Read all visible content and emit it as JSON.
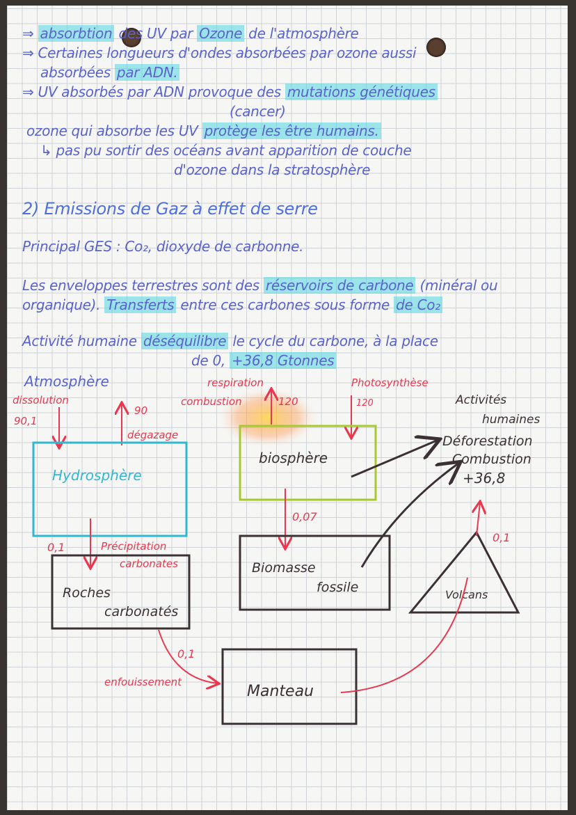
{
  "notes": {
    "l1": {
      "a": "⇒",
      "b": "absorbtion",
      "c": "des UV par",
      "d": "Ozone",
      "e": "de l'atmosphère"
    },
    "l2": "⇒ Certaines longueurs d'ondes absorbées par ozone aussi",
    "l3": {
      "a": "absorbées",
      "b": "par ADN."
    },
    "l4": {
      "a": "⇒ UV absorbés par ADN provoque des",
      "b": "mutations génétiques"
    },
    "l5": "(cancer)",
    "l6": {
      "a": "ozone qui absorbe les UV",
      "b": "protège les être humains."
    },
    "l7": "↳ pas pu sortir des océans avant apparition de couche",
    "l8": "d'ozone dans la stratosphère",
    "section_title": "2) Emissions de Gaz à effet de serre",
    "l9": "Principal GES : Co₂, dioxyde de carbonne.",
    "l10": {
      "a": "Les enveloppes terrestres sont des",
      "b": "réservoirs de carbone",
      "c": "(minéral ou"
    },
    "l11": {
      "a": "organique).",
      "b": "Transferts",
      "c": "entre ces carbones sous forme",
      "d": "de Co₂"
    },
    "l12": {
      "a": "Activité humaine",
      "b": "déséquilibre",
      "c": "le cycle du carbone, à la place"
    },
    "l13": {
      "a": "de 0,",
      "b": "+36,8 Gtonnes"
    }
  },
  "diagram": {
    "atmosphere": "Atmosphère",
    "dissolution": "dissolution",
    "dissolution_value": "90,1",
    "degazage_value": "90",
    "degazage": "dégazage",
    "hydrosphere": "Hydrosphère",
    "respiration": "respiration",
    "combustion": "combustion",
    "respiration_value": "120",
    "photosynthese": "Photosynthèse",
    "photosynthese_value": "120",
    "biosphere": "biosphère",
    "activites1": "Activités",
    "activites2": "humaines",
    "deforestation": "Déforestation",
    "combustion2": "Combustion",
    "human_value": "+36,8",
    "fossil_value": "0,07",
    "biomasse1": "Biomasse",
    "biomasse2": "fossile",
    "precip_value": "0,1",
    "precip1": "Précipitation",
    "precip2": "carbonates",
    "roches1": "Roches",
    "roches2": "carbonatés",
    "volcan_value": "0,1",
    "volcans": "Volcans",
    "enfouissement_value": "0,1",
    "enfouissement": "enfouissement",
    "manteau": "Manteau"
  },
  "colors": {
    "ink_blue": "#5a63c9",
    "title_blue": "#4d6fe0",
    "highlight": "#50d7e1",
    "red": "#e8384f",
    "dark": "#3b3135",
    "cyan": "#2fb8d0",
    "green": "#a8c832"
  }
}
